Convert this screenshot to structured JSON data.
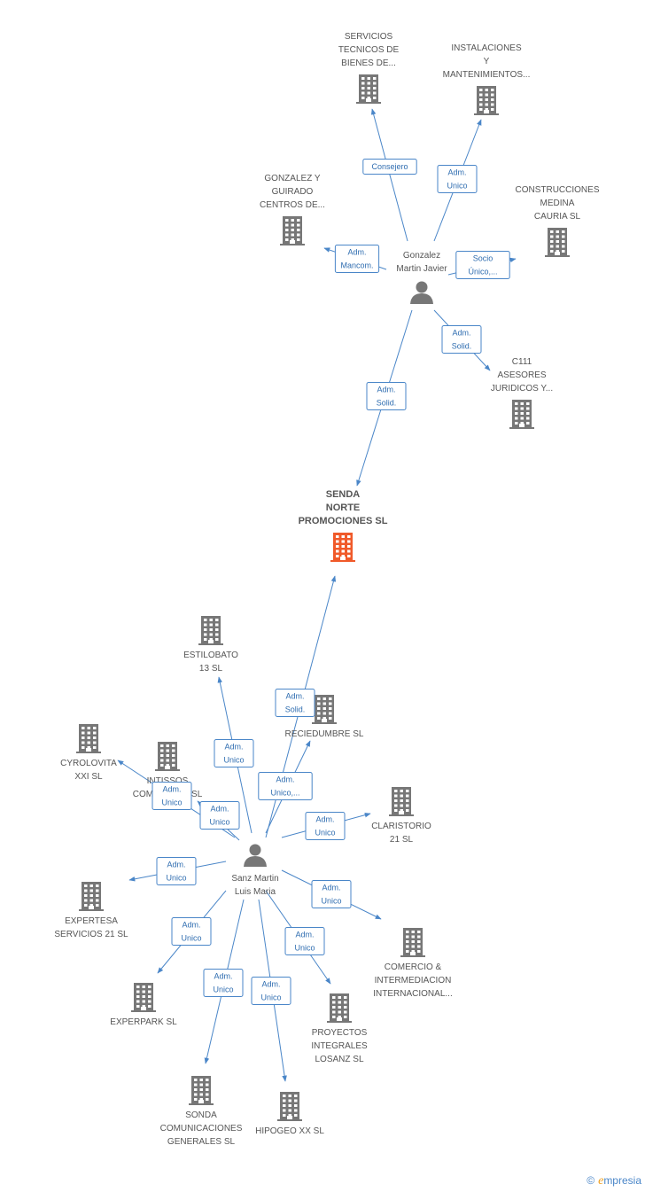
{
  "colors": {
    "company": "#777777",
    "main_company": "#f05a2a",
    "person": "#777777",
    "edge": "#4a86c8"
  },
  "nodes": [
    {
      "id": "senda",
      "kind": "main",
      "label": [
        "SENDA",
        "NORTE",
        "PROMOCIONES SL"
      ]
    },
    {
      "id": "gonzalez",
      "kind": "person",
      "label": [
        "Gonzalez",
        "Martin Javier"
      ]
    },
    {
      "id": "sanz",
      "kind": "person",
      "label": [
        "Sanz Martin",
        "Luis Maria"
      ]
    },
    {
      "id": "servicios",
      "kind": "company",
      "label": [
        "SERVICIOS",
        "TECNICOS DE",
        "BIENES DE..."
      ]
    },
    {
      "id": "instalaciones",
      "kind": "company",
      "label": [
        "INSTALACIONES",
        "Y",
        "MANTENIMIENTOS..."
      ]
    },
    {
      "id": "gonzalezguirado",
      "kind": "company",
      "label": [
        "GONZALEZ Y",
        "GUIRADO",
        "CENTROS DE..."
      ]
    },
    {
      "id": "construcciones",
      "kind": "company",
      "label": [
        "CONSTRUCCIONES",
        "MEDINA",
        "CAURIA SL"
      ]
    },
    {
      "id": "c111",
      "kind": "company",
      "label": [
        "C111",
        "ASESORES",
        "JURIDICOS Y..."
      ]
    },
    {
      "id": "estilobato",
      "kind": "company",
      "label": [
        "ESTILOBATO",
        "13 SL"
      ]
    },
    {
      "id": "reciedumbre",
      "kind": "company",
      "label": [
        "RECIEDUMBRE SL"
      ]
    },
    {
      "id": "cyrolovita",
      "kind": "company",
      "label": [
        "CYROLOVITA",
        "XXI SL"
      ]
    },
    {
      "id": "intissos",
      "kind": "company",
      "label": [
        "INTISSOS",
        "COMPACTOS SL"
      ]
    },
    {
      "id": "claristorio",
      "kind": "company",
      "label": [
        "CLARISTORIO",
        "21 SL"
      ]
    },
    {
      "id": "expertesa",
      "kind": "company",
      "label": [
        "EXPERTESA",
        "SERVICIOS 21 SL"
      ]
    },
    {
      "id": "comercio",
      "kind": "company",
      "label": [
        "COMERCIO &",
        "INTERMEDIACION",
        "INTERNACIONAL..."
      ]
    },
    {
      "id": "experpark",
      "kind": "company",
      "label": [
        "EXPERPARK SL"
      ]
    },
    {
      "id": "proyectos",
      "kind": "company",
      "label": [
        "PROYECTOS",
        "INTEGRALES",
        "LOSANZ SL"
      ]
    },
    {
      "id": "sonda",
      "kind": "company",
      "label": [
        "SONDA",
        "COMUNICACIONES",
        "GENERALES SL"
      ]
    },
    {
      "id": "hipogeo",
      "kind": "company",
      "label": [
        "HIPOGEO XX SL"
      ]
    }
  ],
  "edges": [
    {
      "from": "gonzalez",
      "to": "servicios",
      "label": [
        "Consejero"
      ]
    },
    {
      "from": "gonzalez",
      "to": "instalaciones",
      "label": [
        "Adm.",
        "Unico"
      ]
    },
    {
      "from": "gonzalez",
      "to": "gonzalezguirado",
      "label": [
        "Adm.",
        "Mancom."
      ]
    },
    {
      "from": "gonzalez",
      "to": "construcciones",
      "label": [
        "Socio",
        "Único,..."
      ]
    },
    {
      "from": "gonzalez",
      "to": "c111",
      "label": [
        "Adm.",
        "Solid."
      ]
    },
    {
      "from": "gonzalez",
      "to": "senda",
      "label": [
        "Adm.",
        "Solid."
      ]
    },
    {
      "from": "sanz",
      "to": "senda",
      "label": [
        "Adm.",
        "Solid."
      ]
    },
    {
      "from": "sanz",
      "to": "estilobato",
      "label": [
        "Adm.",
        "Unico"
      ]
    },
    {
      "from": "sanz",
      "to": "reciedumbre",
      "label": [
        "Adm.",
        "Unico,..."
      ]
    },
    {
      "from": "sanz",
      "to": "cyrolovita",
      "label": [
        "Adm.",
        "Unico"
      ]
    },
    {
      "from": "sanz",
      "to": "intissos",
      "label": [
        "Adm.",
        "Unico"
      ]
    },
    {
      "from": "sanz",
      "to": "claristorio",
      "label": [
        "Adm.",
        "Unico"
      ]
    },
    {
      "from": "sanz",
      "to": "expertesa",
      "label": [
        "Adm.",
        "Unico"
      ]
    },
    {
      "from": "sanz",
      "to": "comercio",
      "label": [
        "Adm.",
        "Unico"
      ]
    },
    {
      "from": "sanz",
      "to": "experpark",
      "label": [
        "Adm.",
        "Unico"
      ]
    },
    {
      "from": "sanz",
      "to": "proyectos",
      "label": [
        "Adm.",
        "Unico"
      ]
    },
    {
      "from": "sanz",
      "to": "sonda",
      "label": [
        "Adm.",
        "Unico"
      ]
    },
    {
      "from": "sanz",
      "to": "hipogeo",
      "label": [
        "Adm.",
        "Unico"
      ]
    }
  ],
  "footer": {
    "copyright_symbol": "©",
    "brand_initial": "e",
    "brand_rest": "mpresia"
  }
}
